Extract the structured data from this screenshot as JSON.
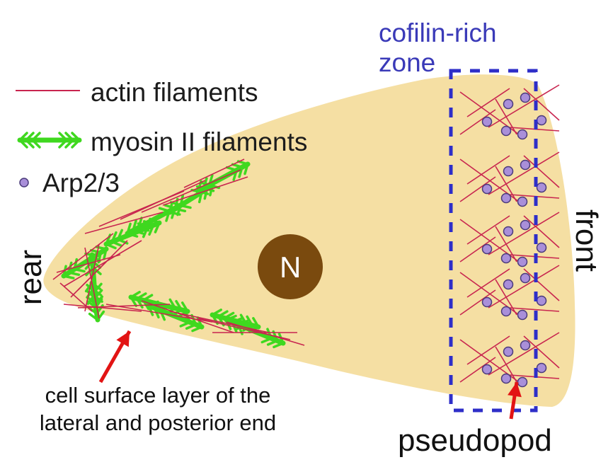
{
  "legend": {
    "actin": "actin filaments",
    "myosin": "myosin II filaments",
    "arp": "Arp2/3"
  },
  "zone_label": [
    "cofilin-rich",
    "zone"
  ],
  "side_labels": {
    "rear": "rear",
    "front": "front"
  },
  "nucleus_label": "N",
  "caption": "cell surface layer of the\nlateral and posterior end",
  "pseudopod_label": "pseudopod",
  "colors": {
    "cell": "#f5dfa3",
    "nucleus": "#7a4a0e",
    "actin": "#c8254f",
    "myosin": "#3fd81f",
    "arp": "#a98fd9",
    "zone_border": "#2e2ec8",
    "arrow": "#e21414"
  }
}
